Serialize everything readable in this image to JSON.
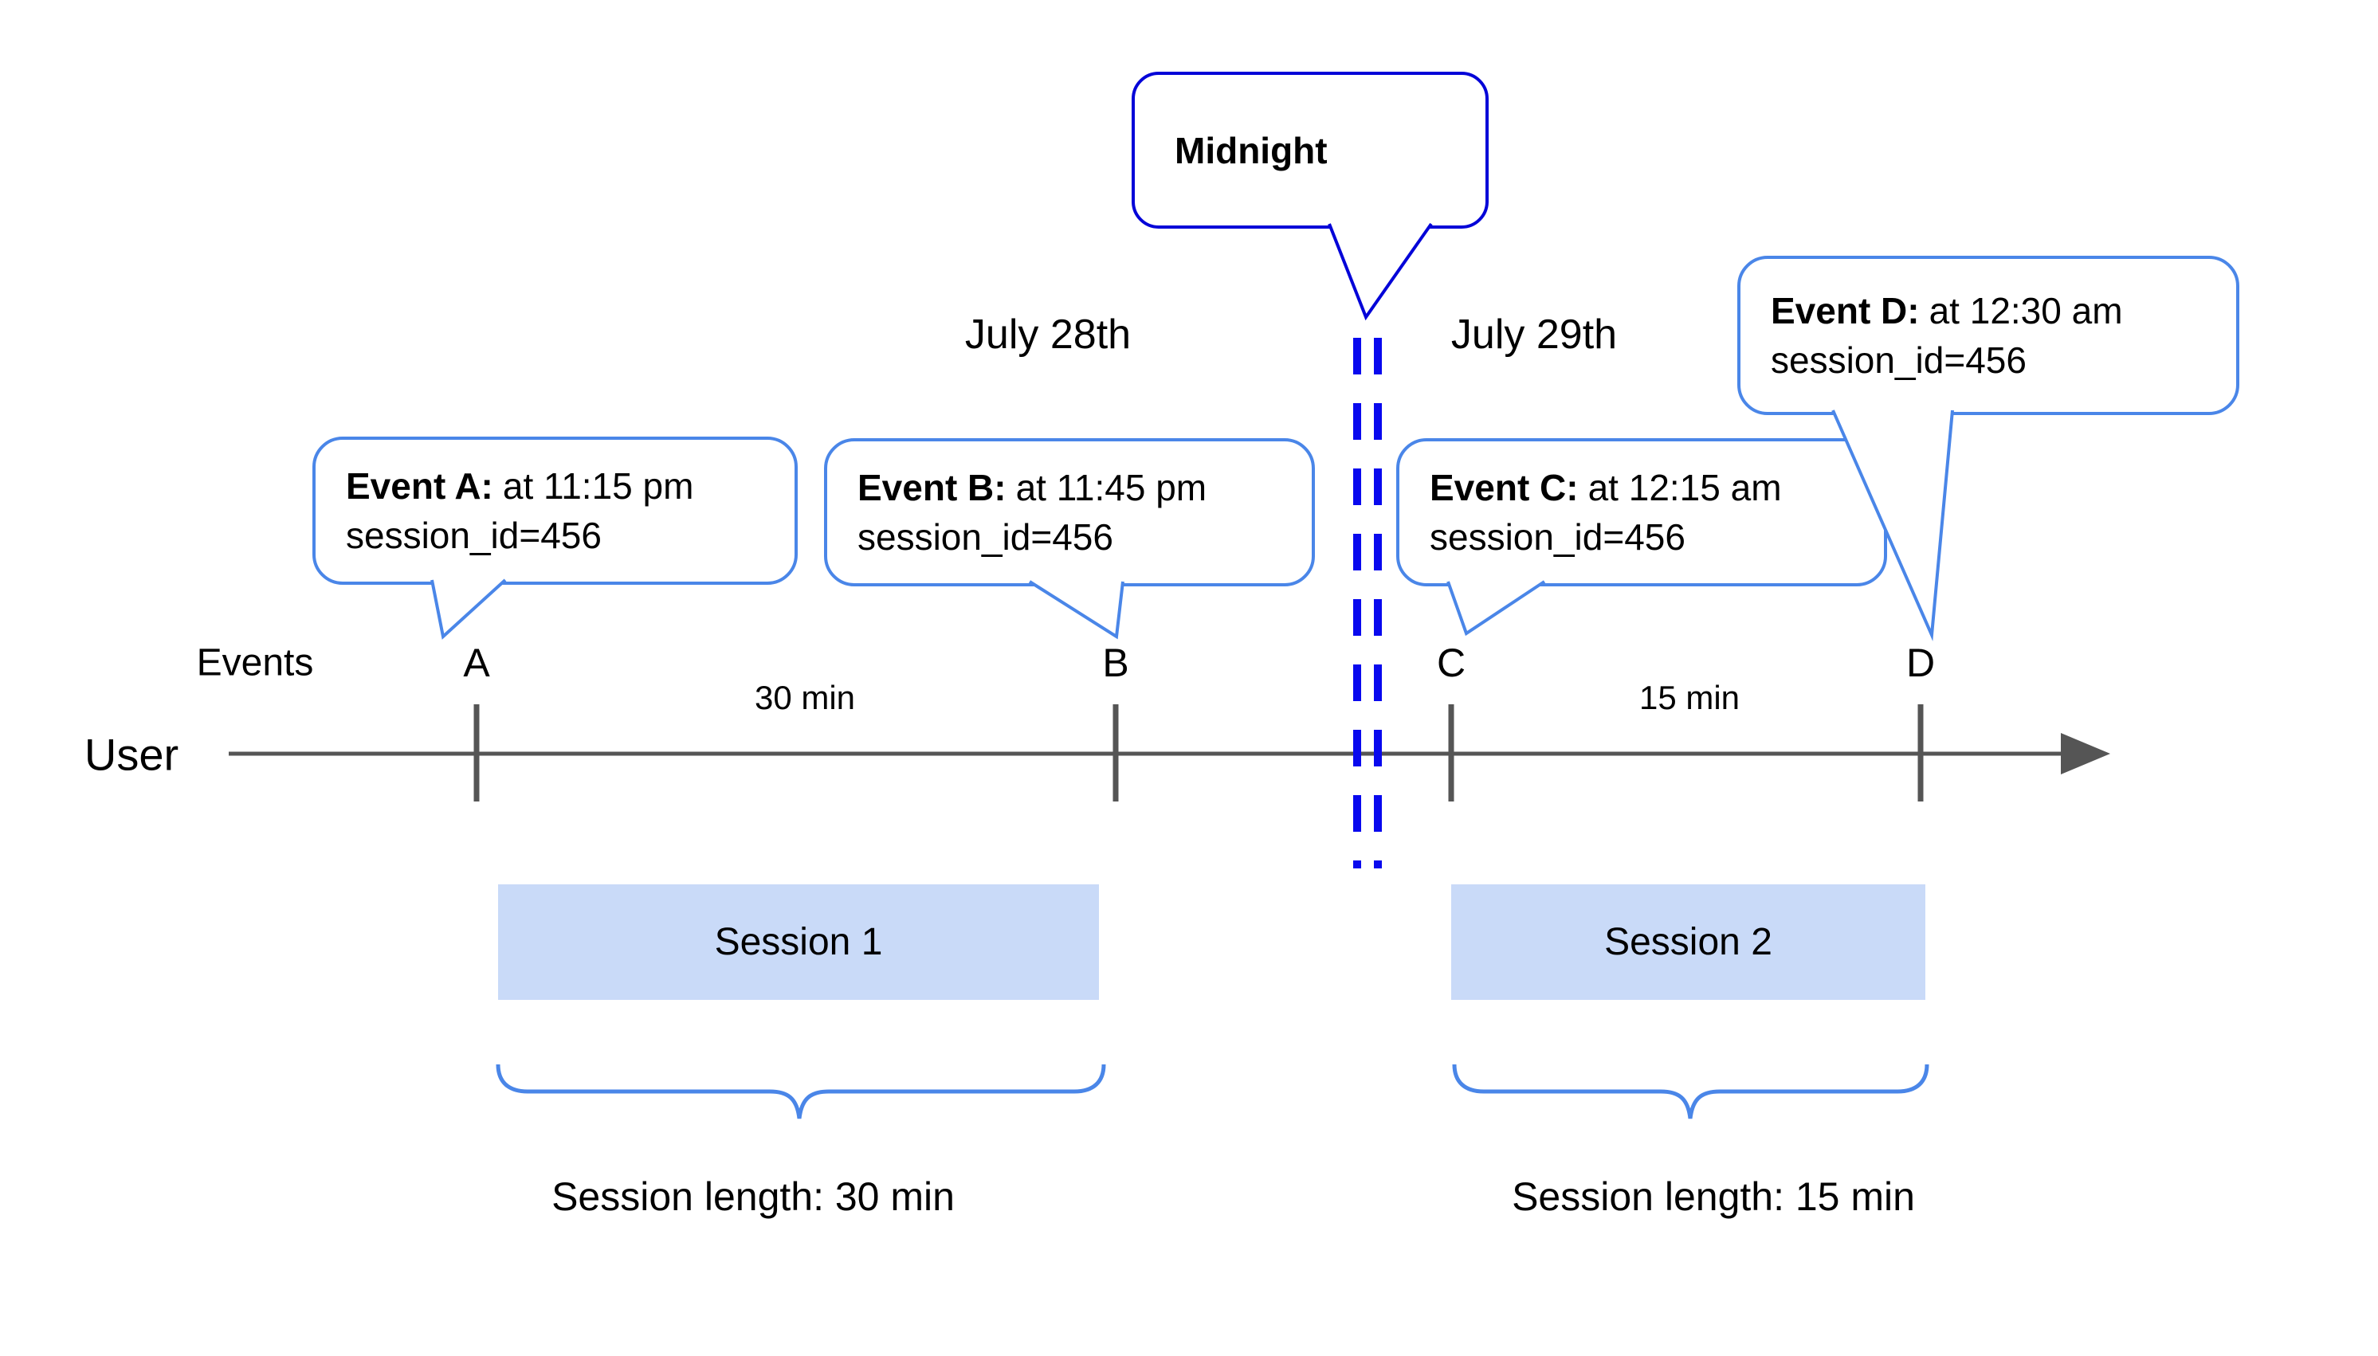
{
  "diagram": {
    "title_hint": "Session length across midnight timeline",
    "dates": {
      "left": "July 28th",
      "right": "July 29th"
    },
    "midnight": {
      "label": "Midnight"
    },
    "axis": {
      "events_label": "Events",
      "user_label": "User",
      "interval_1": "30 min",
      "interval_2": "15 min"
    },
    "events": [
      {
        "letter": "A",
        "title": "Event A:",
        "time": "at 11:15 pm",
        "session": "session_id=456"
      },
      {
        "letter": "B",
        "title": "Event B:",
        "time": "at 11:45 pm",
        "session": "session_id=456"
      },
      {
        "letter": "C",
        "title": "Event C:",
        "time": "at 12:15 am",
        "session": "session_id=456"
      },
      {
        "letter": "D",
        "title": "Event D:",
        "time": "at 12:30 am",
        "session": "session_id=456"
      }
    ],
    "sessions": [
      {
        "label": "Session 1",
        "length_label": "Session length: 30 min"
      },
      {
        "label": "Session 2",
        "length_label": "Session length: 15 min"
      }
    ],
    "colors": {
      "event_bubble_border": "#4a86e8",
      "midnight_bubble_border": "#0404d8",
      "midnight_dashed_line": "#0909ee",
      "timeline": "#555555",
      "session_fill": "#c9daf8",
      "brace": "#4a86e8"
    }
  }
}
